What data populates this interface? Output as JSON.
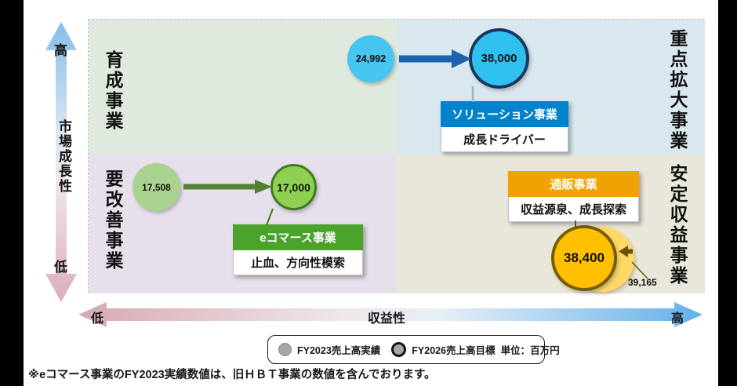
{
  "axes": {
    "y": {
      "label": "市場成長性",
      "high": "高",
      "low": "低"
    },
    "x": {
      "label": "収益性",
      "low": "低",
      "high": "高"
    }
  },
  "quadrants": {
    "top_left": {
      "label": "育成事業",
      "bg": "#dfe9dd"
    },
    "top_right": {
      "label": "重点拡大事業",
      "bg": "#d9e7ef"
    },
    "bottom_left": {
      "label": "要改善事業",
      "bg": "#e7dfec"
    },
    "bottom_right": {
      "label": "安定収益事業",
      "bg": "#e9e7d9"
    }
  },
  "businesses": {
    "solution": {
      "name": "ソリューション事業",
      "strategy": "成長ドライバー",
      "fy2023": "24,992",
      "fy2026": "38,000",
      "accent": "#0082cd",
      "bubble": "#30c0f0"
    },
    "ecommerce": {
      "name": "eコマース事業",
      "strategy": "止血、方向性模索",
      "fy2023": "17,508",
      "fy2026": "17,000",
      "accent": "#4ba32b",
      "bubble": "#8ed051"
    },
    "mail_order": {
      "name": "通販事業",
      "strategy": "収益源泉、成長探索",
      "fy2023": "39,165",
      "fy2026": "38,400",
      "accent": "#f0a202",
      "bubble": "#ffc000"
    }
  },
  "legend": {
    "fy2023": "FY2023売上高実績",
    "fy2026": "FY2026売上高目標",
    "unit": "単位：百万円"
  },
  "footnote": "※eコマース事業のFY2023実績数値は、旧ＨＢＴ事業の数値を含んでおります。"
}
